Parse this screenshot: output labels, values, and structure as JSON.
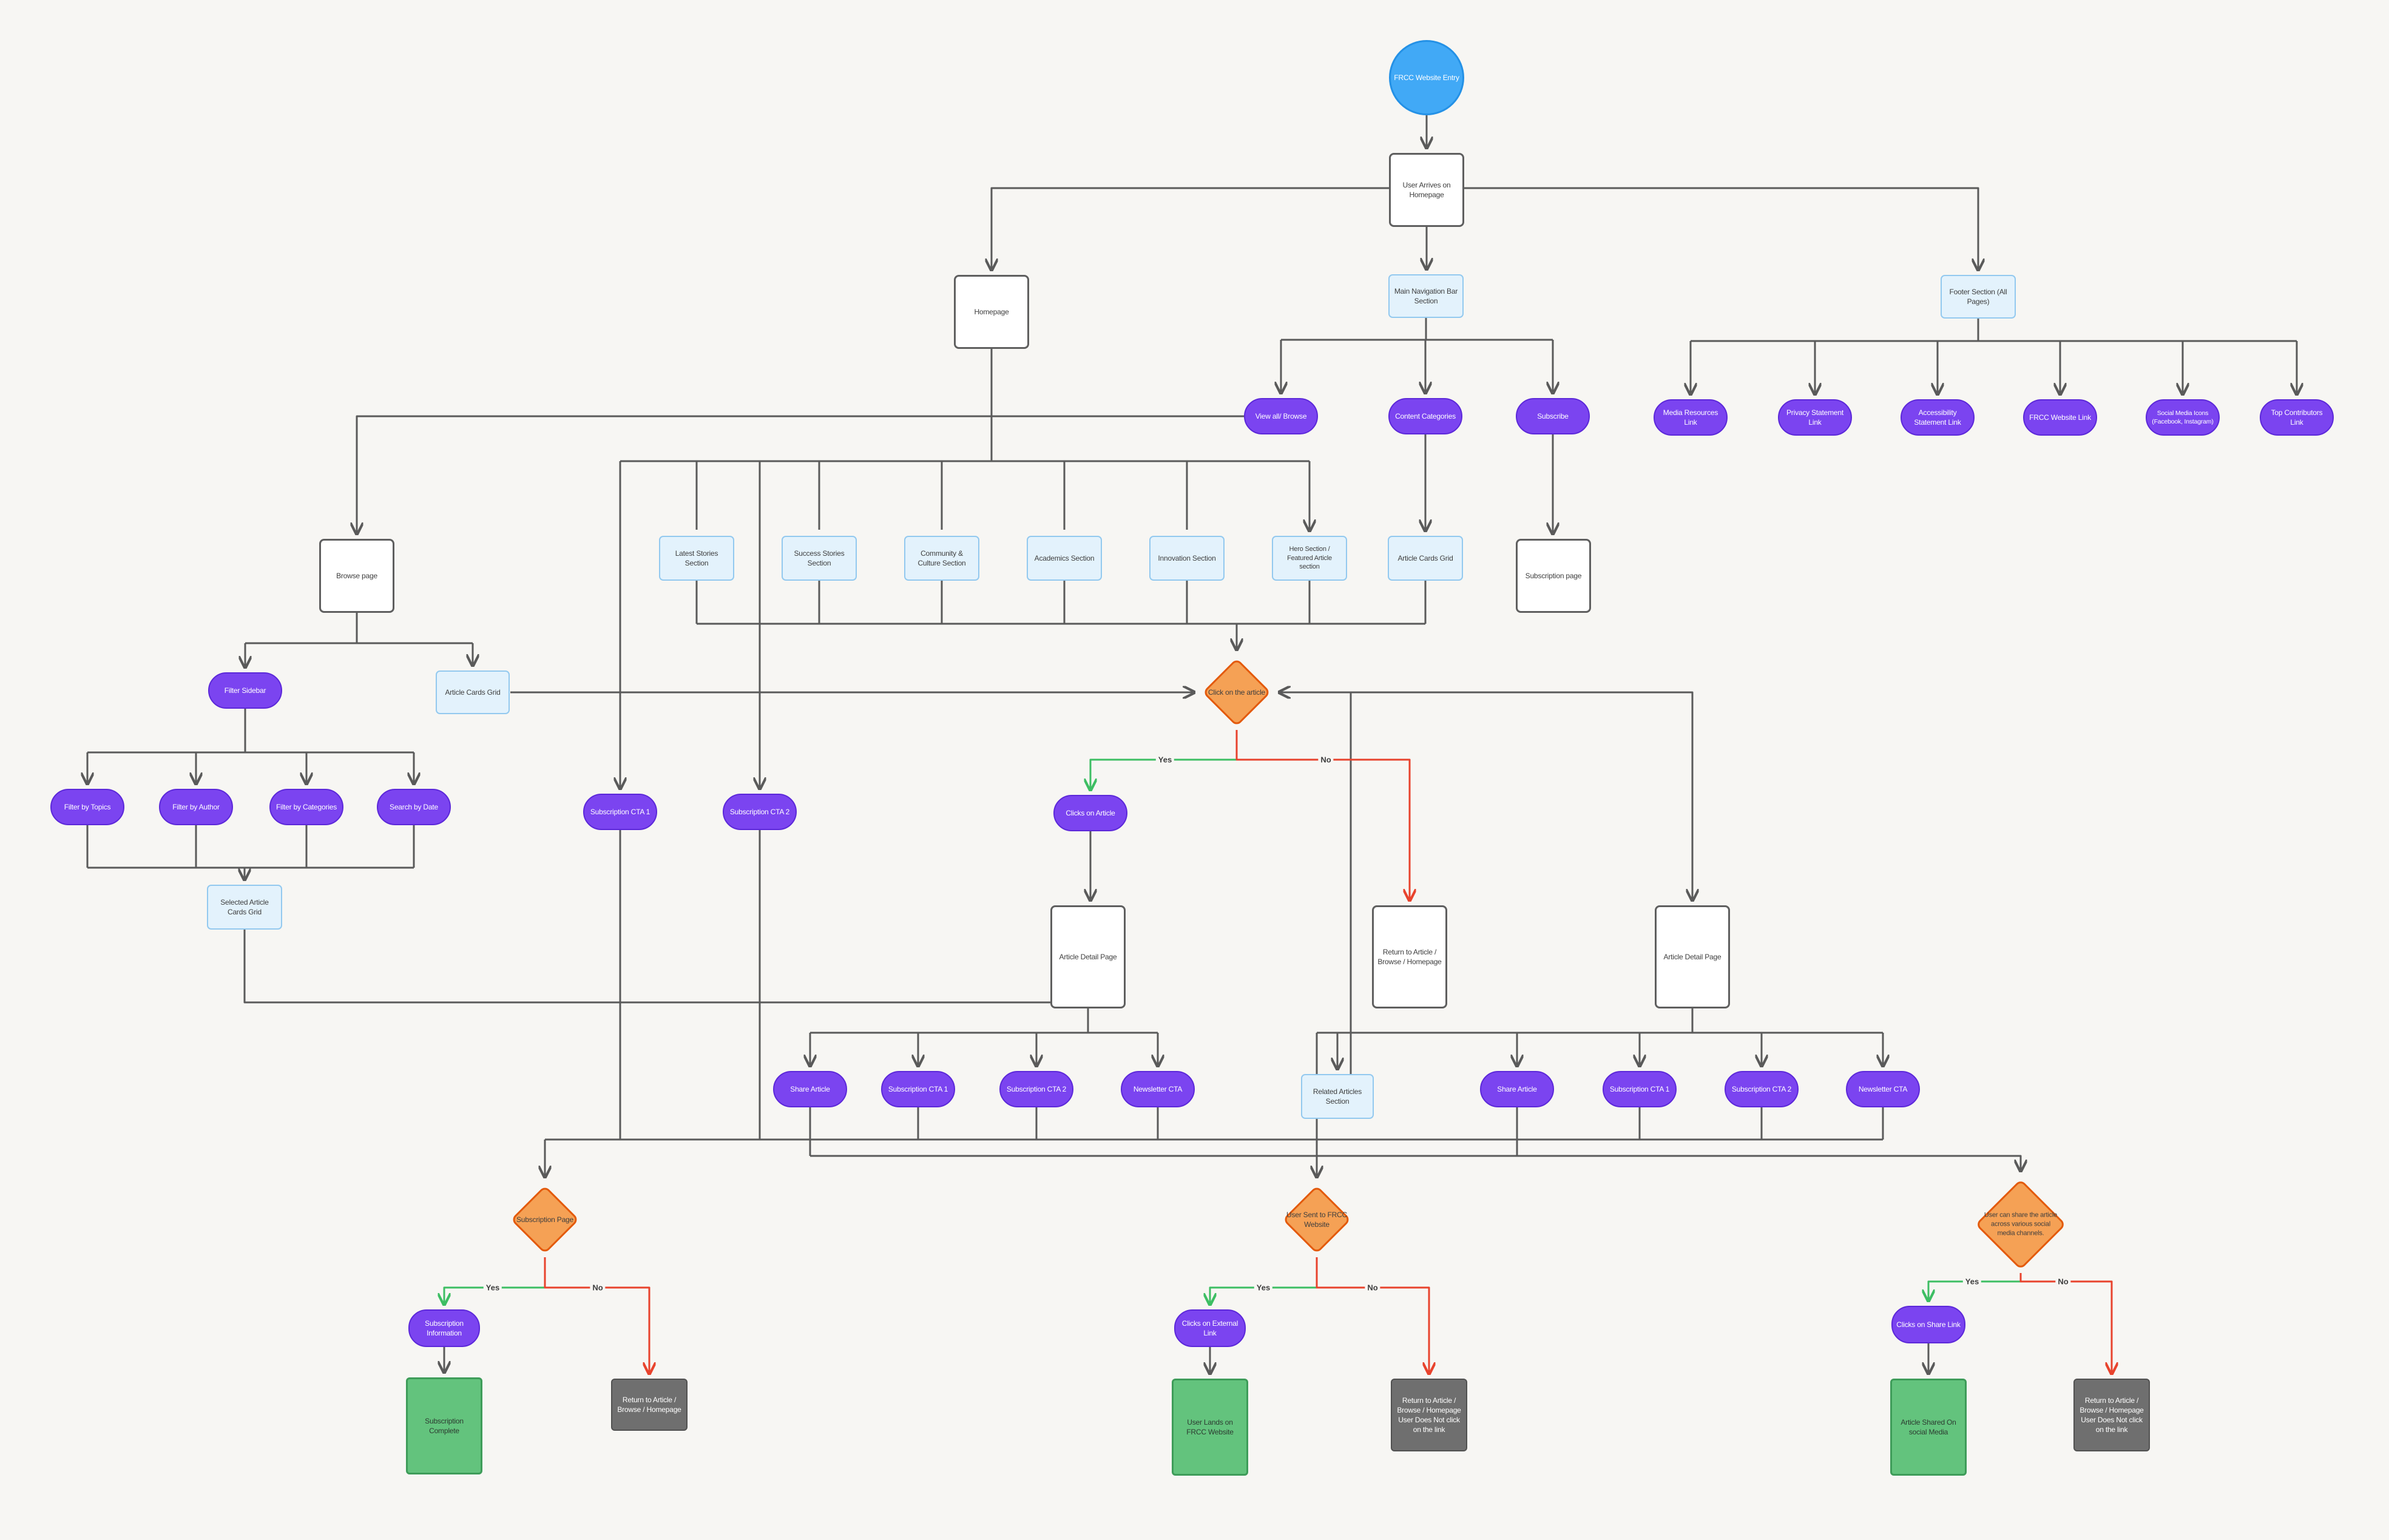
{
  "diagram_title": "FRCC Website user flow diagram",
  "colors": {
    "bg": "#f7f6f3",
    "line": "#5a5a5a",
    "text": "#3e3e3e",
    "purple": "#7b44f0",
    "purpleBorder": "#5c28d9",
    "blue": "#41a9f6",
    "blueBorder": "#2491e6",
    "lightblue": "#e3f2fc",
    "lightblueBorder": "#93c9ef",
    "orange": "#f5a155",
    "orangeBorder": "#e35a0c",
    "green": "#63c37d",
    "greenBorder": "#3e9c59",
    "gray": "#6f6f6f",
    "grayBorder": "#515151",
    "yes": "#3dbe63",
    "no": "#e8432d"
  },
  "edge_labels": {
    "yes": "Yes",
    "no": "No"
  },
  "nodes": {
    "entry": {
      "label": "FRCC Website Entry"
    },
    "user_arrives": {
      "label": "User Arrives on Homepage"
    },
    "homepage": {
      "label": "Homepage"
    },
    "main_nav": {
      "label": "Main Navigation Bar Section"
    },
    "footer": {
      "label": "Footer Section (All Pages)"
    },
    "view_all": {
      "label": "View all/ Browse"
    },
    "content_categories": {
      "label": "Content Categories"
    },
    "subscribe": {
      "label": "Subscribe"
    },
    "media_resources": {
      "label": "Media Resources Link"
    },
    "privacy": {
      "label": "Privacy Statement Link"
    },
    "accessibility": {
      "label": "Accessibility Statement Link"
    },
    "frcc_website_link": {
      "label": "FRCC Website Link"
    },
    "social_media": {
      "label": "Social Media Icons (Facebook, Instagram)"
    },
    "top_contributors": {
      "label": "Top Contributors Link"
    },
    "latest_stories": {
      "label": "Latest Stories Section"
    },
    "success_stories": {
      "label": "Success Stories Section"
    },
    "community": {
      "label": "Community & Culture Section"
    },
    "academics": {
      "label": "Academics Section"
    },
    "innovation": {
      "label": "Innovation Section"
    },
    "hero": {
      "label": "Hero Section / Featured Article section"
    },
    "acg_home": {
      "label": "Article Cards Grid"
    },
    "browse_page": {
      "label": "Browse page"
    },
    "subscription_page": {
      "label": "Subscription page"
    },
    "filter_sidebar": {
      "label": "Filter Sidebar"
    },
    "acg_browse": {
      "label": "Article Cards Grid"
    },
    "click_article_diamond": {
      "label": "Click on the article"
    },
    "filter_topics": {
      "label": "Filter by Topics"
    },
    "filter_author": {
      "label": "Filter by Author"
    },
    "filter_categories": {
      "label": "Filter by Categories"
    },
    "search_date": {
      "label": "Search by Date"
    },
    "sub_cta_1": {
      "label": "Subscription CTA 1"
    },
    "sub_cta_2": {
      "label": "Subscription CTA 2"
    },
    "clicks_on_article": {
      "label": "Clicks on Article"
    },
    "selected_acg": {
      "label": "Selected Article Cards Grid"
    },
    "adp_1": {
      "label": "Article Detail Page"
    },
    "return_white": {
      "label": "Return to Article / Browse / Homepage"
    },
    "adp_2": {
      "label": "Article Detail Page"
    },
    "share_1": {
      "label": "Share Article"
    },
    "r1_cta1": {
      "label": "Subscription CTA 1"
    },
    "r1_cta2": {
      "label": "Subscription CTA 2"
    },
    "newsletter_1": {
      "label": "Newsletter CTA"
    },
    "related_articles": {
      "label": "Related Articles Section"
    },
    "share_2": {
      "label": "Share Article"
    },
    "r2_cta1": {
      "label": "Subscription CTA 1"
    },
    "r2_cta2": {
      "label": "Subscription CTA 2"
    },
    "newsletter_2": {
      "label": "Newsletter CTA"
    },
    "d_subscription": {
      "label": "Subscription Page"
    },
    "d_frcc": {
      "label": "User Sent to FRCC Website"
    },
    "d_share": {
      "label": "User can share the article across various social media channels."
    },
    "sub_info": {
      "label": "Subscription Information"
    },
    "clicks_external": {
      "label": "Clicks on External Link"
    },
    "clicks_share": {
      "label": "Clicks on Share Link"
    },
    "sub_complete": {
      "label": "Subscription Complete"
    },
    "user_lands": {
      "label": "User Lands on FRCC Website"
    },
    "article_shared": {
      "label": "Article Shared On social Media"
    },
    "return_gray_1": {
      "label": "Return to Article / Browse / Homepage"
    },
    "return_gray_2": {
      "label": "Return to Article / Browse / Homepage User Does Not click on the link"
    },
    "return_gray_3": {
      "label": "Return to Article / Browse / Homepage User Does Not click on the link"
    }
  }
}
